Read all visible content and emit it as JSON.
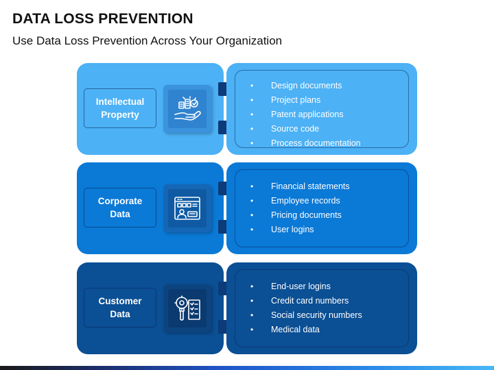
{
  "title": "DATA LOSS PREVENTION",
  "subtitle": "Use Data Loss Prevention Across Your Organization",
  "rows": [
    {
      "label_line1": "Intellectual",
      "label_line2": "Property",
      "icon": "hand-with-ideas-icon",
      "items": [
        "Design documents",
        "Project plans",
        "Patent applications",
        "Source code",
        "Process documentation"
      ]
    },
    {
      "label_line1": "Corporate",
      "label_line2": "Data",
      "icon": "business-dashboard-icon",
      "items": [
        "Financial statements",
        "Employee records",
        "Pricing documents",
        "User logins"
      ]
    },
    {
      "label_line1": "Customer",
      "label_line2": "Data",
      "icon": "magnifier-checklist-icon",
      "items": [
        "End-user logins",
        "Credit card numbers",
        "Social security numbers",
        "Medical data"
      ]
    }
  ]
}
